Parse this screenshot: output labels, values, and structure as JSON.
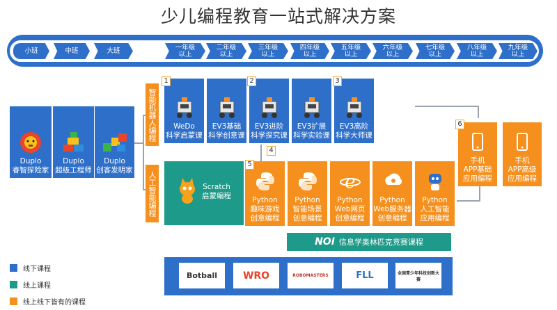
{
  "title": "少儿编程教育一站式解决方案",
  "grades": [
    "小班",
    "中班",
    "大班",
    "一年级\n以上",
    "二年级\n以上",
    "三年级\n以上",
    "四年级\n以上",
    "五年级\n以上",
    "六年级\n以上",
    "七年级\n以上",
    "八年级\n以上",
    "九年级\n以上"
  ],
  "duplo": [
    {
      "line1": "Duplo",
      "line2": "睿智探险家"
    },
    {
      "line1": "Duplo",
      "line2": "超级工程师"
    },
    {
      "line1": "Duplo",
      "line2": "创客发明家"
    }
  ],
  "robot_label": "智能机器人编程",
  "ai_label": "人工智能编程",
  "robot_courses": [
    {
      "line1": "WeDo",
      "line2": "科学启蒙课"
    },
    {
      "line1": "EV3基础",
      "line2": "科学创意课"
    },
    {
      "line1": "EV3进阶",
      "line2": "科学探究课"
    },
    {
      "line1": "EV3扩展",
      "line2": "科学实验课"
    },
    {
      "line1": "EV3高阶",
      "line2": "科学大师课"
    }
  ],
  "scratch": {
    "line1": "Scratch",
    "line2": "启蒙编程"
  },
  "python_courses": [
    {
      "line1": "Python",
      "line2": "趣味游戏",
      "line3": "创意编程"
    },
    {
      "line1": "Python",
      "line2": "智能场景",
      "line3": "创意编程"
    },
    {
      "line1": "Python",
      "line2": "Web网页",
      "line3": "创意编程"
    },
    {
      "line1": "Python",
      "line2": "Web服务器",
      "line3": "创意编程"
    },
    {
      "line1": "Python",
      "line2": "人工智能",
      "line3": "应用编程"
    }
  ],
  "mobile_courses": [
    {
      "line1": "手机",
      "line2": "APP基础",
      "line3": "应用编程"
    },
    {
      "line1": "手机",
      "line2": "APP高级",
      "line3": "应用编程"
    }
  ],
  "badges": [
    "1",
    "2",
    "3",
    "4",
    "5",
    "6"
  ],
  "noi": {
    "logo": "NOI",
    "label": "信息学奥林匹克竞赛课程"
  },
  "competitions": [
    "Botball",
    "WRO",
    "ROBOMASTERS",
    "FLL",
    "全国青少年科技创新大赛"
  ],
  "legend": [
    {
      "label": "线下课程",
      "color": "#2e6fc9"
    },
    {
      "label": "线上课程",
      "color": "#1e9a8a"
    },
    {
      "label": "线上线下皆有的课程",
      "color": "#f5901e"
    }
  ],
  "colors": {
    "blue": "#2e6fc9",
    "teal": "#1e9a8a",
    "orange": "#f5901e",
    "connector": "#9aa3ad"
  }
}
